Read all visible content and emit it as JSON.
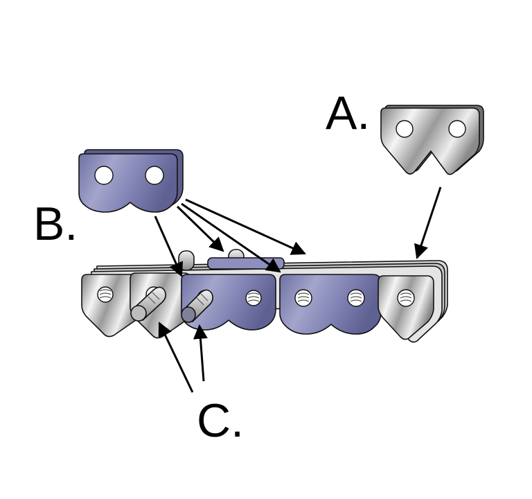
{
  "labels": {
    "a": "A.",
    "b": "B.",
    "c": "C."
  },
  "colors": {
    "guide_link": "#8a8cb8",
    "guide_link_dark": "#5b5d8c",
    "cutter_light": "#f2f2f2",
    "cutter_dark": "#8c8c8c",
    "rivet": "#c8c8c8",
    "arrow": "#000000"
  }
}
